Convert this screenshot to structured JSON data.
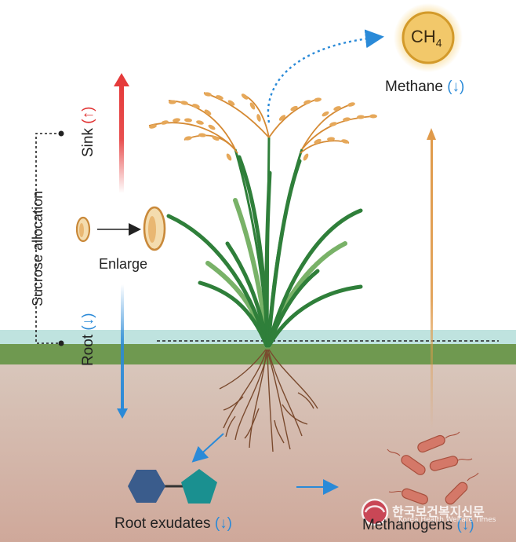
{
  "labels": {
    "ch4_base": "CH",
    "ch4_sub": "4",
    "methane": "Methane",
    "sink": "Sink",
    "sucrose_allocation": "Sucrose allocation",
    "enlarge": "Enlarge",
    "root": "Root",
    "root_exudates": "Root exudates",
    "methanogens": "Methanogens"
  },
  "indicators": {
    "methane": "(↓)",
    "sink": "(↑)",
    "root": "(↓)",
    "root_exudates": "(↓)",
    "methanogens": "(↓)"
  },
  "watermark": {
    "title": "한국보건복지신문",
    "subtitle": "Korea Health Welfare Times"
  },
  "colors": {
    "sky": "#ffffff",
    "water": "#bfe3df",
    "ground_line": "#6f9950",
    "soil_top": "#d8c6bb",
    "soil_bottom": "#cfa89a",
    "sun_fill": "#f2c86a",
    "sun_ring": "#d39a2a",
    "arrow_red": "#e53b3b",
    "arrow_blue": "#2a8ad8",
    "arrow_orange": "#e09a4a",
    "hexagon": "#3a5c8c",
    "pentagon": "#1a9090",
    "bacteria": "#d47868",
    "leaf_dark": "#2f7f3a",
    "leaf_light": "#79b268",
    "grain": "#e6a85a",
    "roots": "#7a4a2e"
  }
}
